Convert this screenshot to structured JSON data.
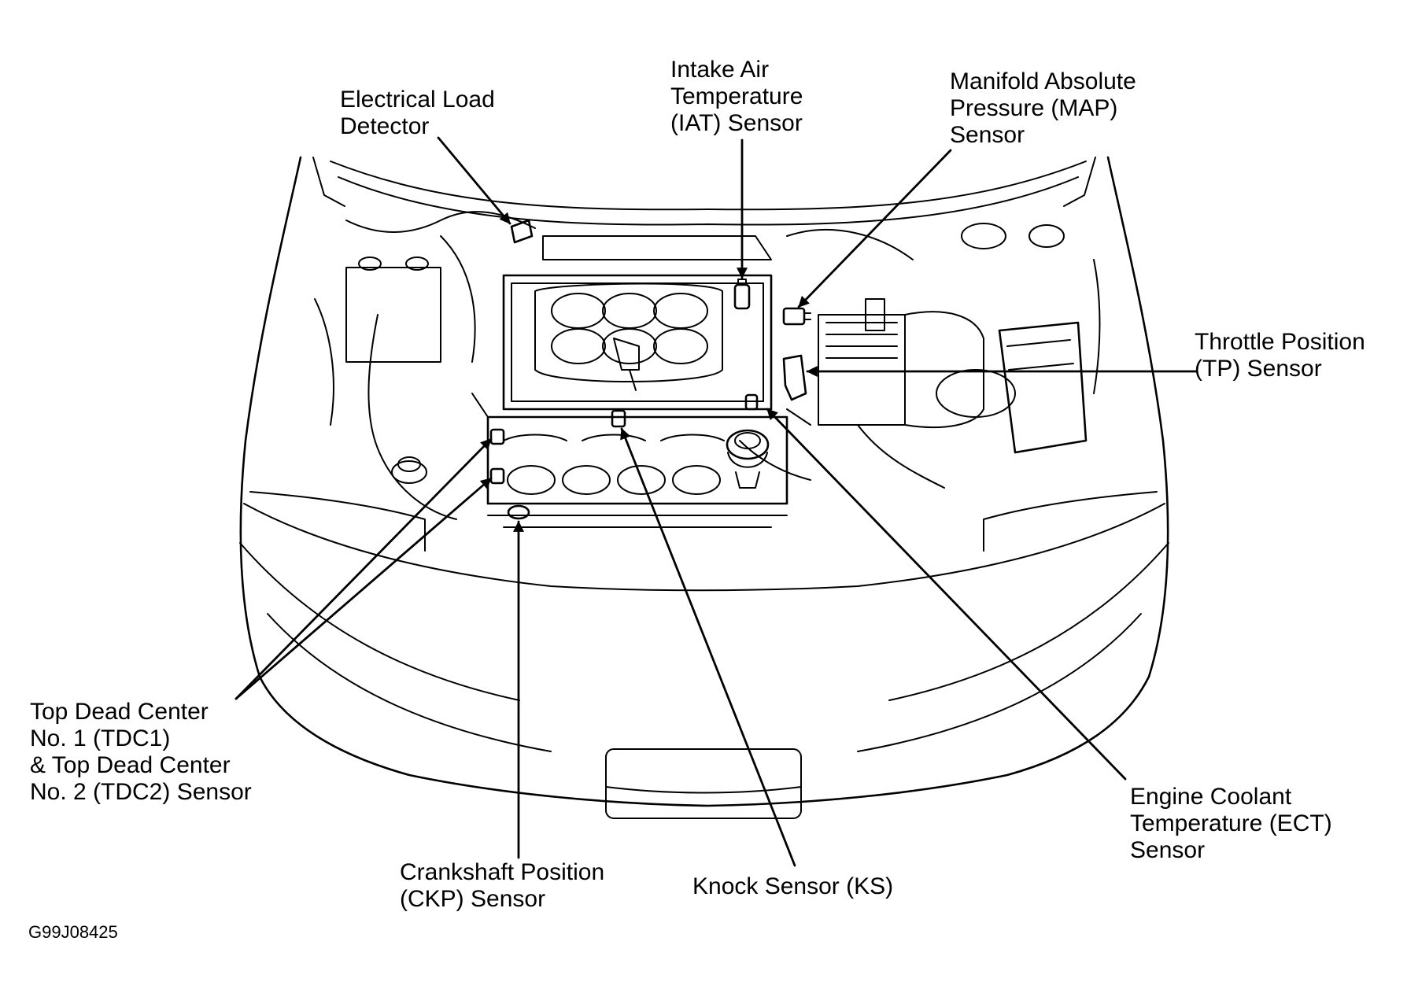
{
  "labels": {
    "eld": [
      "Electrical Load",
      "Detector"
    ],
    "iat": [
      "Intake Air",
      "Temperature",
      "(IAT) Sensor"
    ],
    "map": [
      "Manifold Absolute",
      "Pressure (MAP)",
      "Sensor"
    ],
    "tp": [
      "Throttle Position",
      "(TP) Sensor"
    ],
    "tdc": [
      "Top Dead Center",
      "No. 1 (TDC1)",
      "& Top Dead Center",
      "No. 2 (TDC2) Sensor"
    ],
    "ckp": [
      "Crankshaft Position",
      "(CKP) Sensor"
    ],
    "ks": [
      "Knock Sensor (KS)"
    ],
    "ect": [
      "Engine Coolant",
      "Temperature (ECT)",
      "Sensor"
    ]
  },
  "figure_code": "G99J08425"
}
